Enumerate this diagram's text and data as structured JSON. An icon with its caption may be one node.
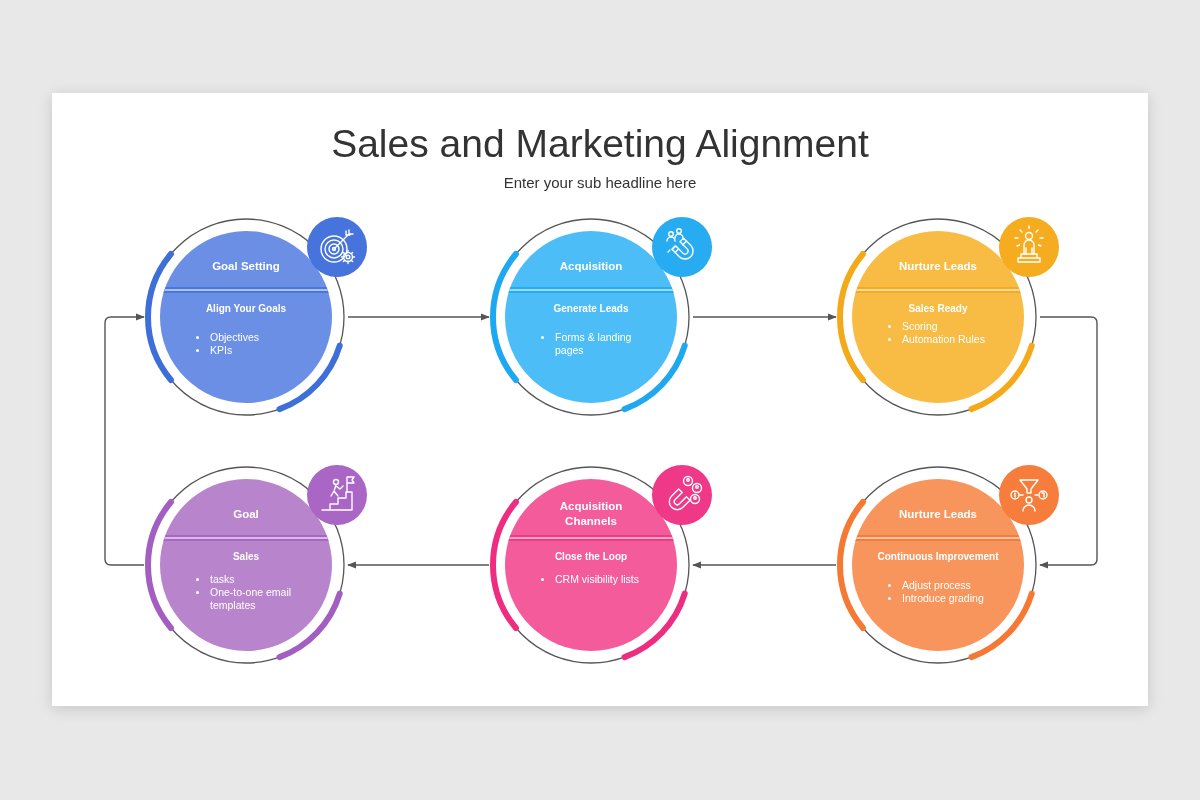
{
  "diagram": {
    "title": "Sales and Marketing Alignment",
    "nodes": [
      {
        "text": [
          "Goal Setting",
          "Align Your Goals",
          "Objectives",
          "KPIs"
        ]
      },
      {
        "text": [
          "Acquisition",
          "Generate Leads",
          "Forms & landing pages"
        ]
      },
      {
        "text": [
          "Nurture Leads",
          "Sales Ready",
          "Scoring",
          "Automation Rules"
        ]
      },
      {
        "text": [
          "Goal",
          "Sales",
          "tasks",
          "One-to-one email templates"
        ]
      },
      {
        "text": [
          "Acquisition Channels",
          "Close the Loop",
          "CRM visibility lists"
        ]
      },
      {
        "text": [
          "Nurture Leads",
          "Continuous Improvement",
          "Adjust process",
          "Introduce grading"
        ]
      }
    ],
    "edges": [
      {
        "from": 0,
        "to": 1,
        "arrow": "to"
      },
      {
        "from": 1,
        "to": 2,
        "arrow": "to"
      },
      {
        "from": 2,
        "to": 5,
        "arrow": "to"
      },
      {
        "from": 5,
        "to": 4,
        "arrow": "to"
      },
      {
        "from": 4,
        "to": 3,
        "arrow": "to"
      },
      {
        "from": 3,
        "to": 0,
        "arrow": "to"
      }
    ],
    "labels": [
      "Enter your sub headline here"
    ]
  }
}
